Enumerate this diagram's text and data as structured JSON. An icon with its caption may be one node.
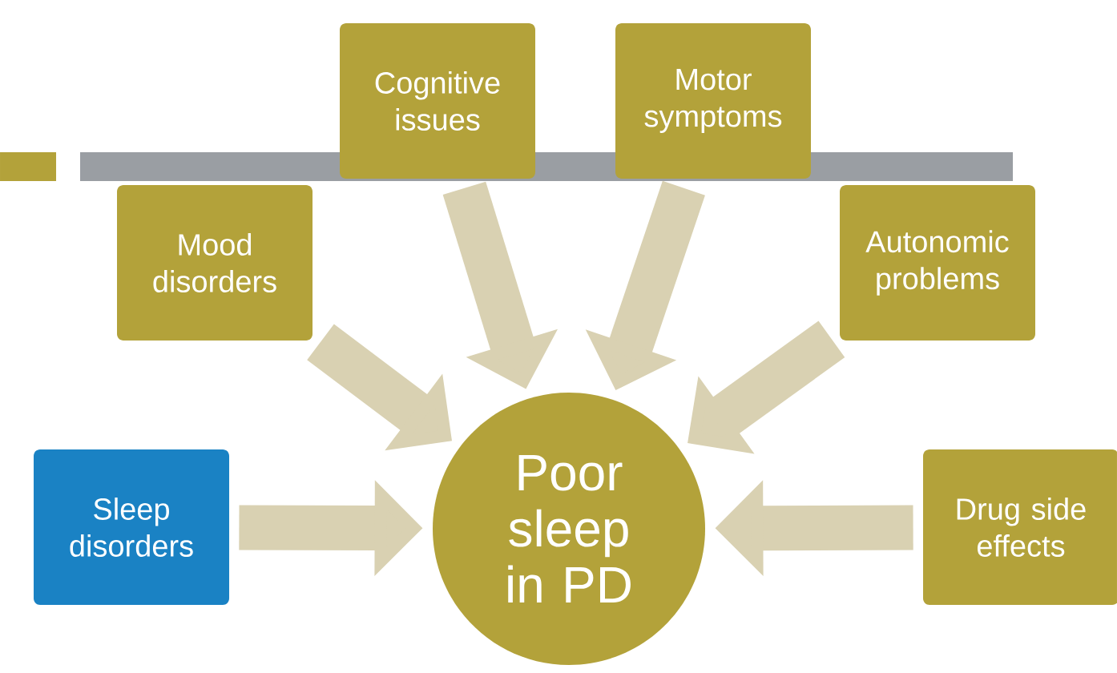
{
  "diagram": {
    "nodes": [
      {
        "text": [
          "Poor sleep in PD"
        ]
      },
      {
        "text": [
          "Cognitive issues"
        ]
      },
      {
        "text": [
          "Motor symptoms"
        ]
      },
      {
        "text": [
          "Mood disorders"
        ]
      },
      {
        "text": [
          "Autonomic problems"
        ]
      },
      {
        "text": [
          "Sleep disorders"
        ]
      },
      {
        "text": [
          "Drug side effects"
        ]
      }
    ],
    "edges": [
      {
        "from": 1,
        "to": 0,
        "arrow": "to"
      },
      {
        "from": 2,
        "to": 0,
        "arrow": "to"
      },
      {
        "from": 3,
        "to": 0,
        "arrow": "to"
      },
      {
        "from": 4,
        "to": 0,
        "arrow": "to"
      },
      {
        "from": 5,
        "to": 0,
        "arrow": "to"
      },
      {
        "from": 6,
        "to": 0,
        "arrow": "to"
      }
    ]
  }
}
